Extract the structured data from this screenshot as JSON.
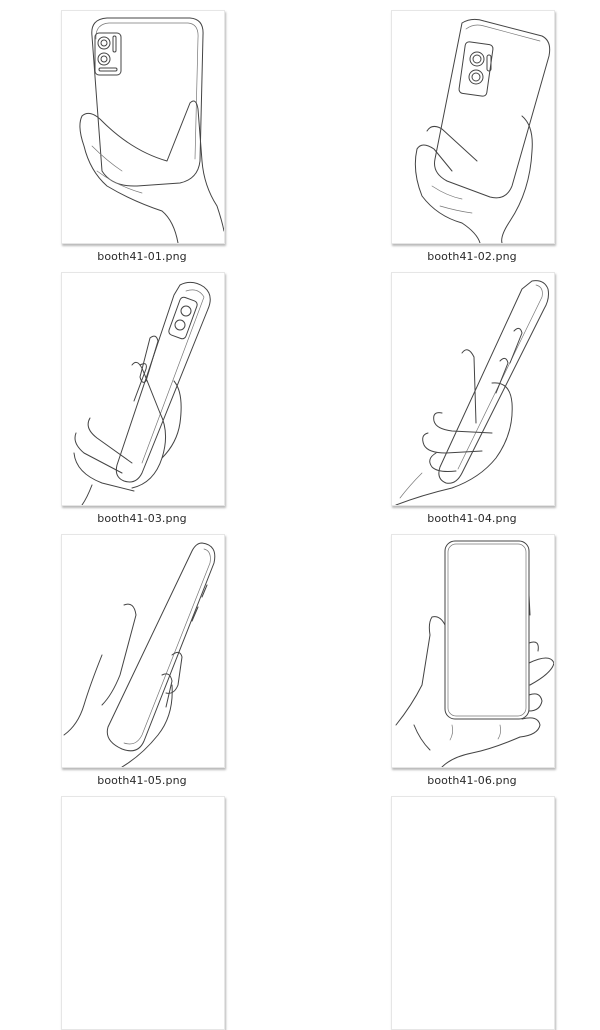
{
  "files": [
    {
      "name": "booth41-01.png",
      "icon": "image-thumbnail-phone-back-hand"
    },
    {
      "name": "booth41-02.png",
      "icon": "image-thumbnail-phone-back-tilted-hand"
    },
    {
      "name": "booth41-03.png",
      "icon": "image-thumbnail-phone-side-hand"
    },
    {
      "name": "booth41-04.png",
      "icon": "image-thumbnail-phone-side-grip"
    },
    {
      "name": "booth41-05.png",
      "icon": "image-thumbnail-phone-front-tilted-hand"
    },
    {
      "name": "booth41-06.png",
      "icon": "image-thumbnail-phone-front-hand"
    },
    {
      "name": "",
      "icon": "image-thumbnail-partial"
    },
    {
      "name": "",
      "icon": "image-thumbnail-partial"
    }
  ]
}
